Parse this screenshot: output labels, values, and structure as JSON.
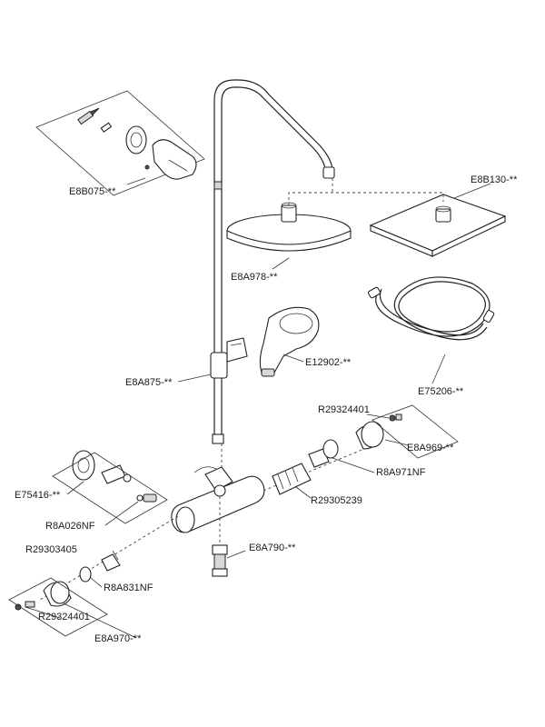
{
  "parts": {
    "wall_bracket": "E8B075-**",
    "square_head": "E8B130-**",
    "round_head": "E8A978-**",
    "hand_shower": "E12902-**",
    "riser_pipe": "E8A875-**",
    "hose": "E75206-**",
    "screw_top": "R29324401",
    "right_handle": "E8A969-**",
    "right_nut": "R8A971NF",
    "cartridge": "R29305239",
    "wall_flange": "E75416-**",
    "eccentric": "R8A026NF",
    "outlet_elbow": "E8A790-**",
    "left_cartridge": "R29303405",
    "left_nut": "R8A831NF",
    "screw_bottom": "R29324401",
    "left_handle": "E8A970-**"
  }
}
